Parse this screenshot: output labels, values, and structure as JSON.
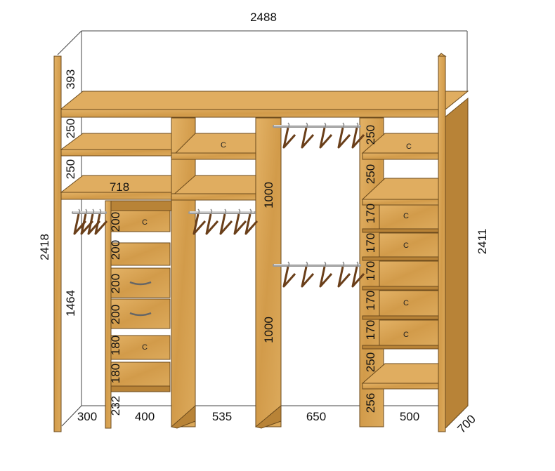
{
  "dimensions": {
    "total_width": "2488",
    "height_left": "2418",
    "height_right": "2411",
    "depth": "700",
    "top_section": "393",
    "left_shelf_1": "250",
    "left_shelf_2": "250",
    "lower_left": "1464",
    "shelf_width": "718",
    "hang_upper": "1000",
    "hang_lower": "1000",
    "col_widths": [
      "300",
      "400",
      "535",
      "650",
      "500"
    ],
    "drawer_col": [
      "200",
      "200",
      "200",
      "200",
      "180",
      "180",
      "232"
    ],
    "right_col": [
      "250",
      "250",
      "170",
      "170",
      "170",
      "170",
      "170",
      "250",
      "256"
    ],
    "drawer_mark": "C"
  }
}
